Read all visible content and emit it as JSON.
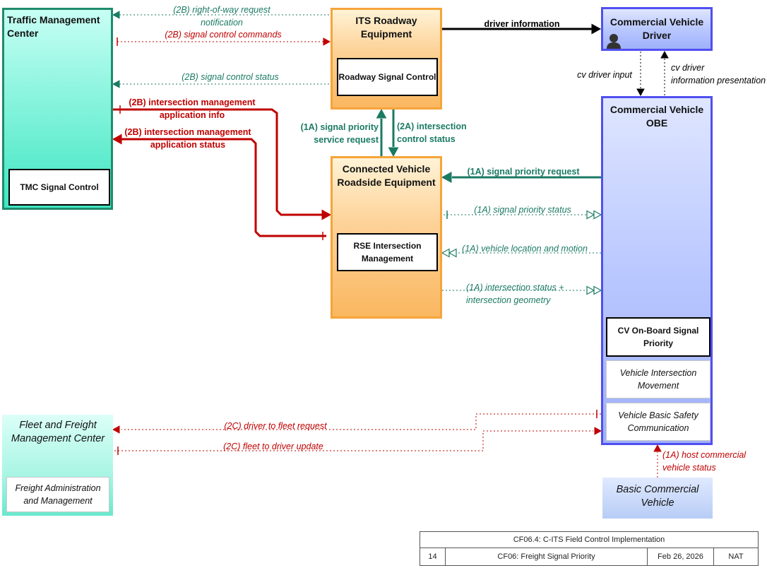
{
  "nodes": {
    "tmc": {
      "title": "Traffic Management Center",
      "sub": "TMC Signal Control"
    },
    "its": {
      "title": "ITS Roadway Equipment",
      "sub": "Roadway Signal Control"
    },
    "cvdriver": {
      "title": "Commercial Vehicle Driver"
    },
    "cvrse": {
      "title": "Connected Vehicle Roadside Equipment",
      "sub": "RSE Intersection Management"
    },
    "obe": {
      "title": "Commercial Vehicle OBE",
      "sub1": "CV On-Board Signal Priority",
      "sub2": "Vehicle Intersection Movement",
      "sub3": "Vehicle Basic Safety Communication"
    },
    "fleet": {
      "title": "Fleet and Freight Management Center",
      "sub": "Freight Administration and Management"
    },
    "bcv": {
      "title": "Basic Commercial Vehicle"
    }
  },
  "flows": {
    "f1": "(2B) right-of-way request notification",
    "f2": "(2B) signal control commands",
    "f3": "(2B) signal control status",
    "f4": "(2B) intersection management application info",
    "f5": "(2B) intersection management application status",
    "f6": "driver information",
    "f7": "cv driver input",
    "f8": "cv driver information presentation",
    "f9": "(1A) signal priority service request",
    "f10": "(2A) intersection control status",
    "f11": "(1A) signal priority request",
    "f12": "(1A) signal priority status",
    "f13": "(1A) vehicle location and motion",
    "f14": "(1A) intersection status + intersection geometry",
    "f15": "(2C) driver to fleet request",
    "f16": "(2C) fleet to driver update",
    "f17": "(1A) host commercial vehicle status"
  },
  "footer": {
    "title": "CF06.4: C-ITS Field Control Implementation",
    "page": "14",
    "name": "CF06: Freight Signal Priority",
    "date": "Feb 26, 2026",
    "tag": "NAT"
  },
  "colors": {
    "teal": "#1b7a63",
    "red": "#c00000",
    "black": "#000000"
  }
}
